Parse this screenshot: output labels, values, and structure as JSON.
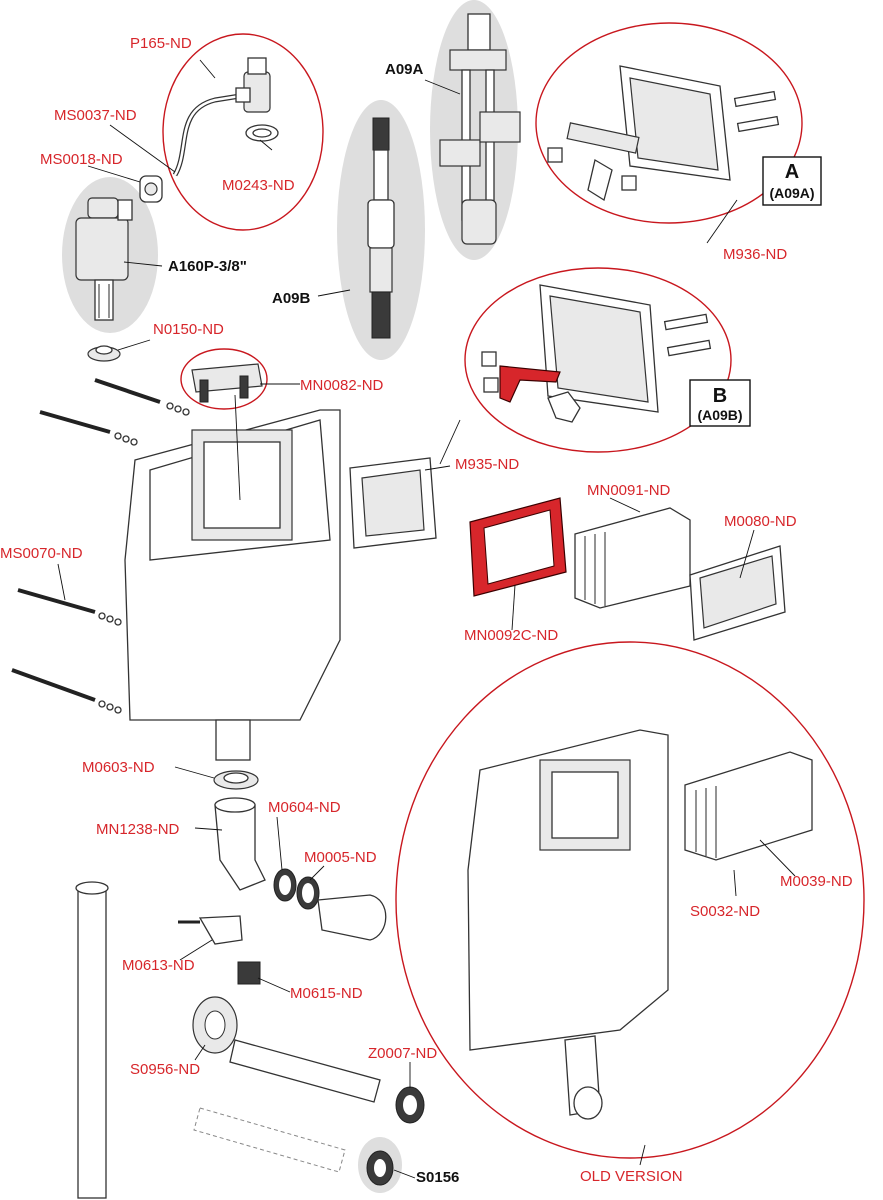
{
  "labels": {
    "p165": "P165-ND",
    "ms0037": "MS0037-ND",
    "ms0018": "MS0018-ND",
    "m0243": "M0243-ND",
    "a160p": "A160P-3/8\"",
    "a09a": "A09A",
    "a09b": "A09B",
    "n0150": "N0150-ND",
    "mn0082": "MN0082-ND",
    "m936": "M936-ND",
    "m935": "M935-ND",
    "ms0070": "MS0070-ND",
    "mn0091": "MN0091-ND",
    "m0080": "M0080-ND",
    "mn0092c": "MN0092C-ND",
    "m0603": "M0603-ND",
    "m0604": "M0604-ND",
    "mn1238": "MN1238-ND",
    "m0005": "M0005-ND",
    "m0613": "M0613-ND",
    "m0615": "M0615-ND",
    "s0956": "S0956-ND",
    "z0007": "Z0007-ND",
    "s0156": "S0156",
    "m0039": "M0039-ND",
    "s0032": "S0032-ND",
    "old_version": "OLD VERSION"
  },
  "boxes": {
    "a_letter": "A",
    "a_code": "(A09A)",
    "b_letter": "B",
    "b_code": "(A09B)"
  },
  "colors": {
    "accent_red": "#d7262b",
    "leader": "#111111",
    "highlight_grey": "#dedede"
  }
}
